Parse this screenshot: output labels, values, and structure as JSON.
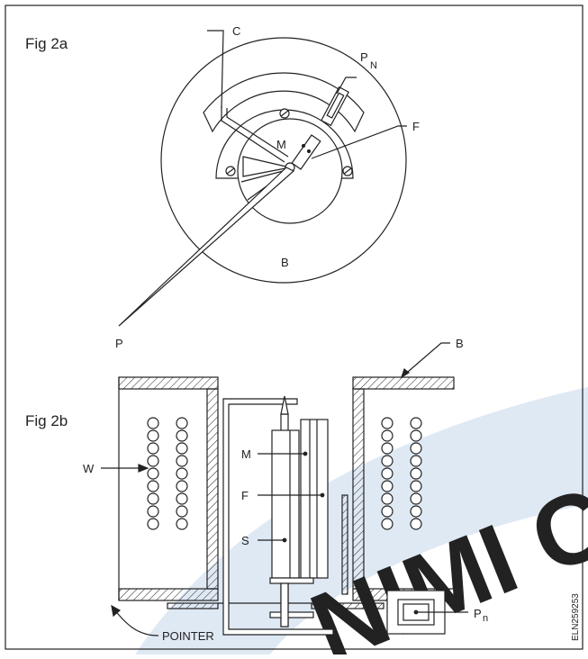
{
  "fig_a": {
    "title": "Fig 2a",
    "labels": {
      "c": "C",
      "pn": "P",
      "pn_sub": "N",
      "f": "F",
      "m": "M",
      "b": "B",
      "p": "P"
    }
  },
  "fig_b": {
    "title": "Fig 2b",
    "labels": {
      "b": "B",
      "w": "W",
      "m": "M",
      "f": "F",
      "s": "S",
      "pointer": "POINTER",
      "pn": "P",
      "pn_sub": "n"
    }
  },
  "code": "ELN259253",
  "watermark_text": "NIMI C",
  "colors": {
    "line": "#222222",
    "watermark": "#c9d9ea"
  }
}
